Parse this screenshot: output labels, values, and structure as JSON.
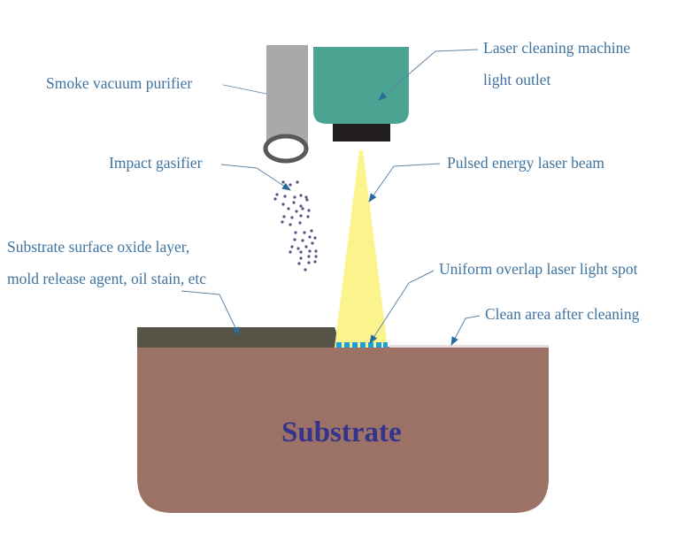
{
  "labels": {
    "smoke_vacuum": "Smoke vacuum purifier",
    "impact_gasifier": "Impact gasifier",
    "oxide_line1": "Substrate surface oxide layer,",
    "oxide_line2": "mold release agent, oil stain, etc",
    "laser_machine_line1": "Laser cleaning machine",
    "laser_machine_line2": "light outlet",
    "pulsed_beam": "Pulsed energy laser beam",
    "overlap_spot": "Uniform overlap laser light spot",
    "clean_area": "Clean area after cleaning",
    "substrate": "Substrate"
  },
  "colors": {
    "label_text": "#3f73a0",
    "leader_line": "#7f9bb5",
    "arrow_head": "#2a6a9a",
    "substrate": "#9c7166",
    "substrate_text": "#35348c",
    "contaminant_layer": "#565347",
    "laser_head": "#4ba391",
    "nozzle": "#231f20",
    "vacuum_tube": "#a9a9ab",
    "vacuum_ring": "#58585a",
    "laser_beam": "#fbf38c",
    "light_spot": "#1aa0e0",
    "particles": "#5a5080"
  }
}
